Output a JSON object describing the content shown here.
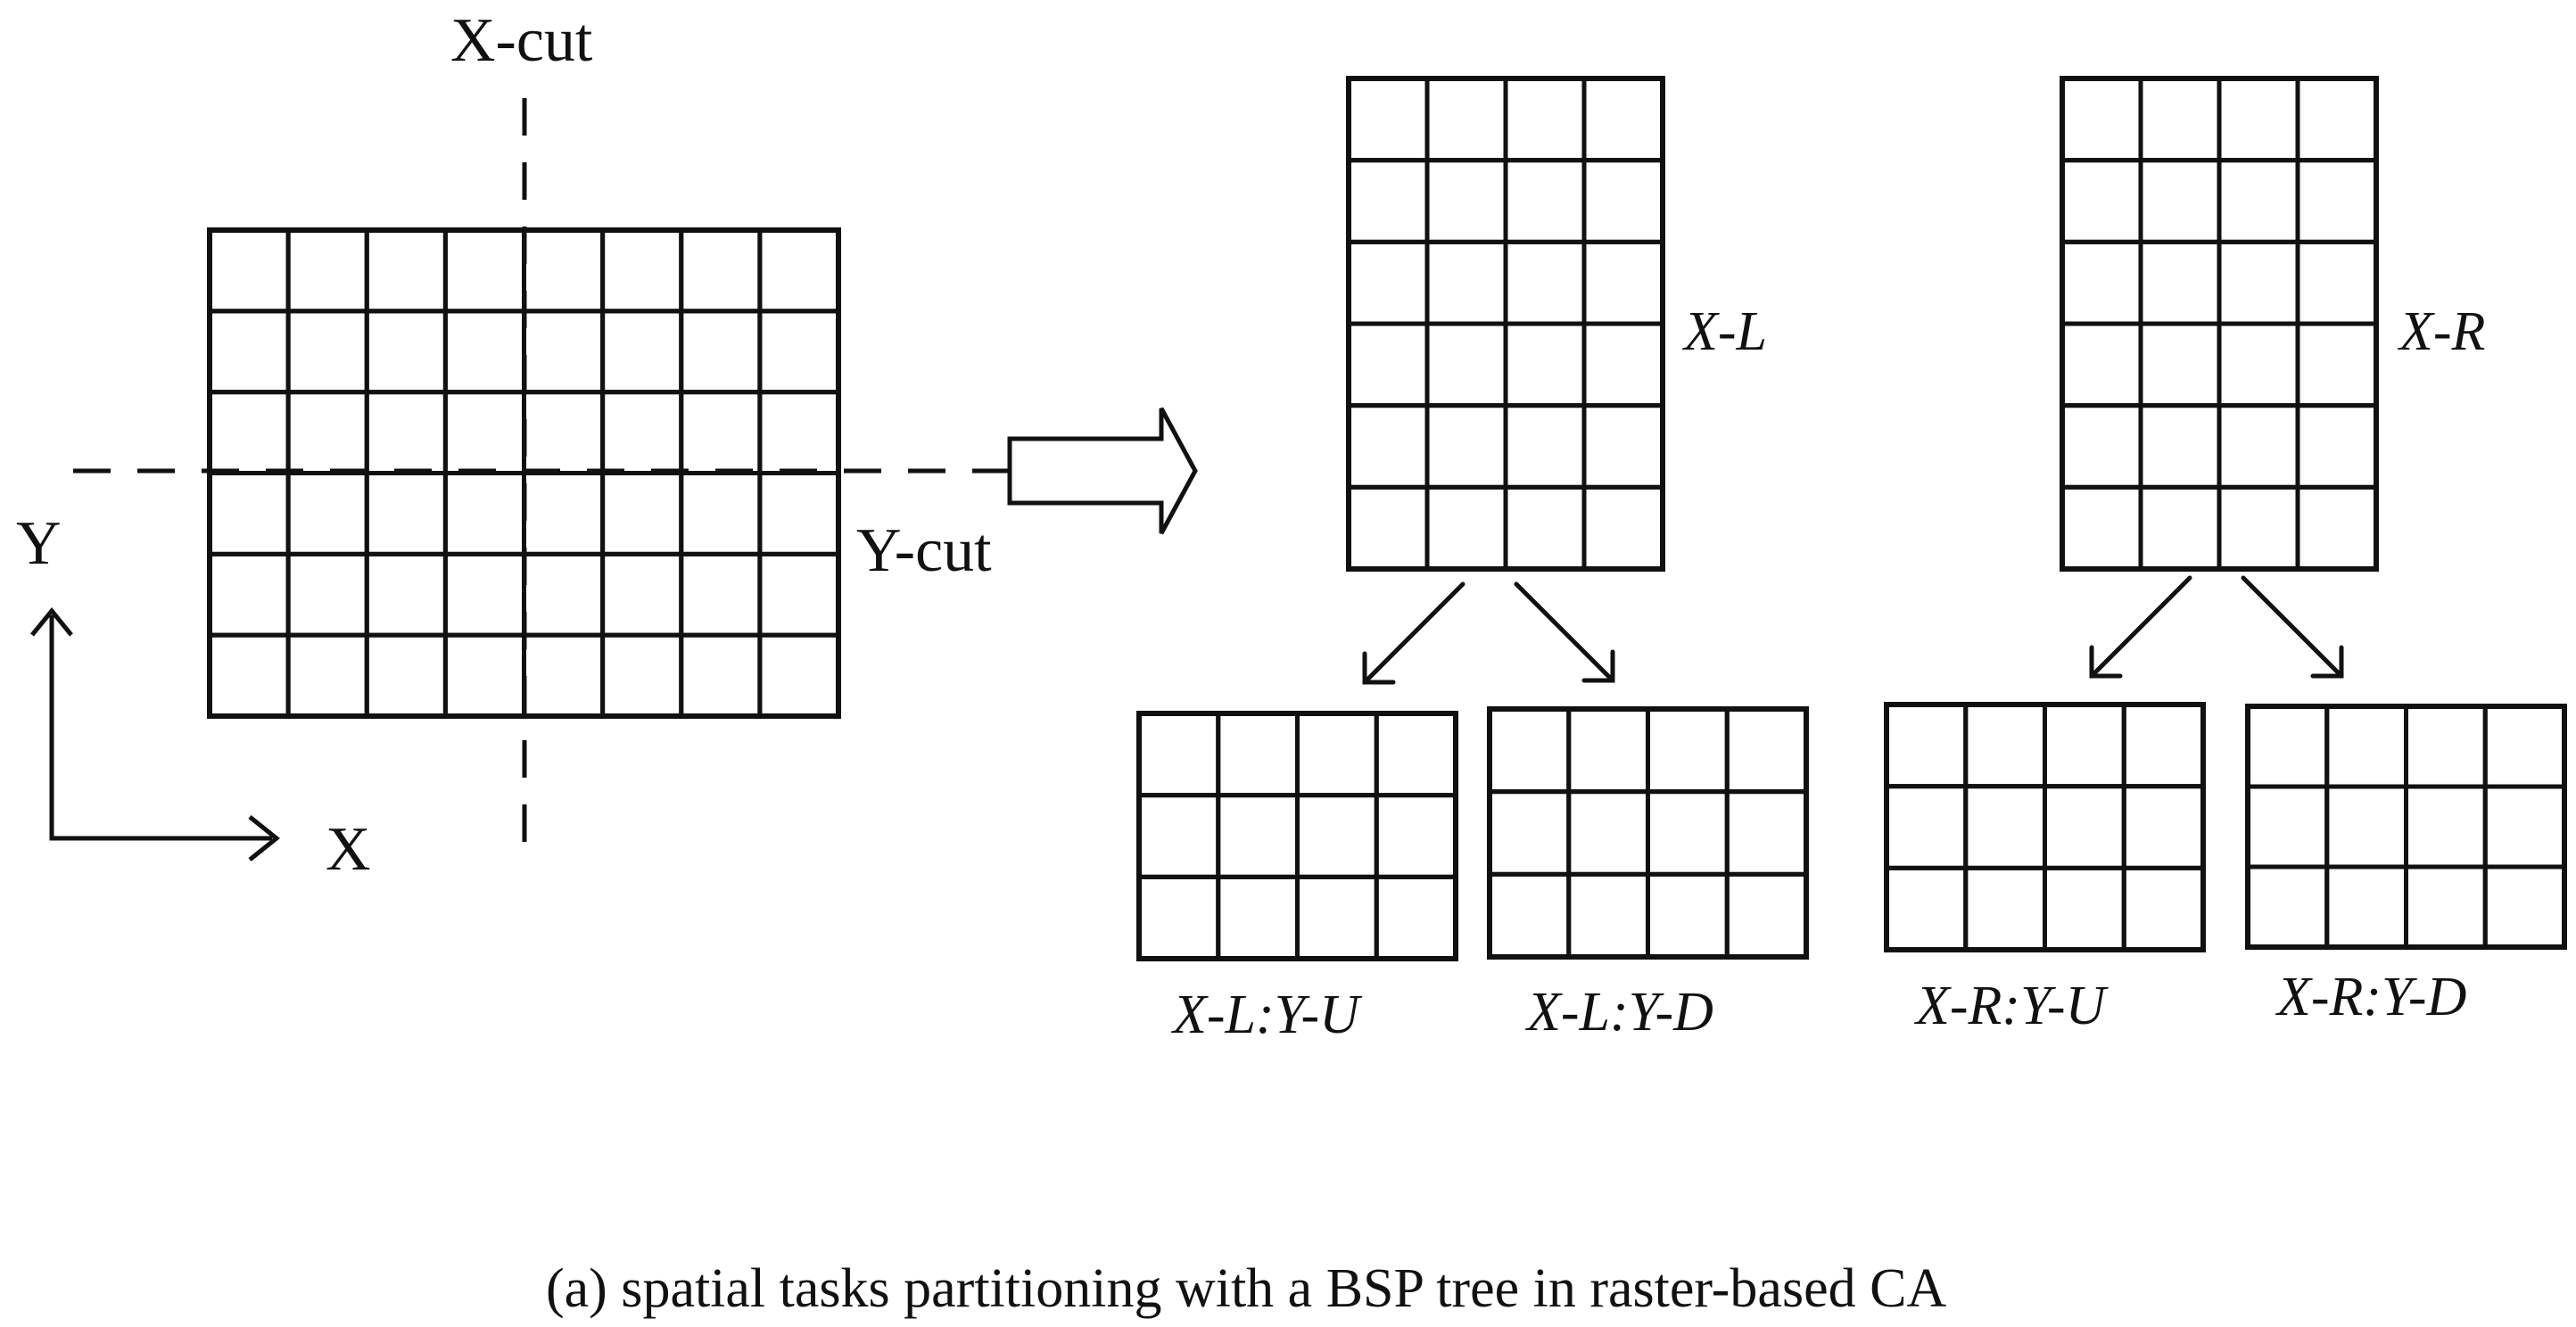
{
  "main_grid": {
    "rows": 6,
    "cols": 8
  },
  "labels": {
    "x_cut": "X-cut",
    "y_cut": "Y-cut",
    "axis_y": "Y",
    "axis_x": "X"
  },
  "halves": [
    {
      "name": "X-L",
      "rows": 6,
      "cols": 4
    },
    {
      "name": "X-R",
      "rows": 6,
      "cols": 4
    }
  ],
  "quarters": [
    {
      "name": "X-L:Y-U",
      "rows": 3,
      "cols": 4
    },
    {
      "name": "X-L:Y-D",
      "rows": 3,
      "cols": 4
    },
    {
      "name": "X-R:Y-U",
      "rows": 3,
      "cols": 4
    },
    {
      "name": "X-R:Y-D",
      "rows": 3,
      "cols": 4
    }
  ],
  "caption": "(a) spatial tasks partitioning with a BSP tree in raster-based CA"
}
